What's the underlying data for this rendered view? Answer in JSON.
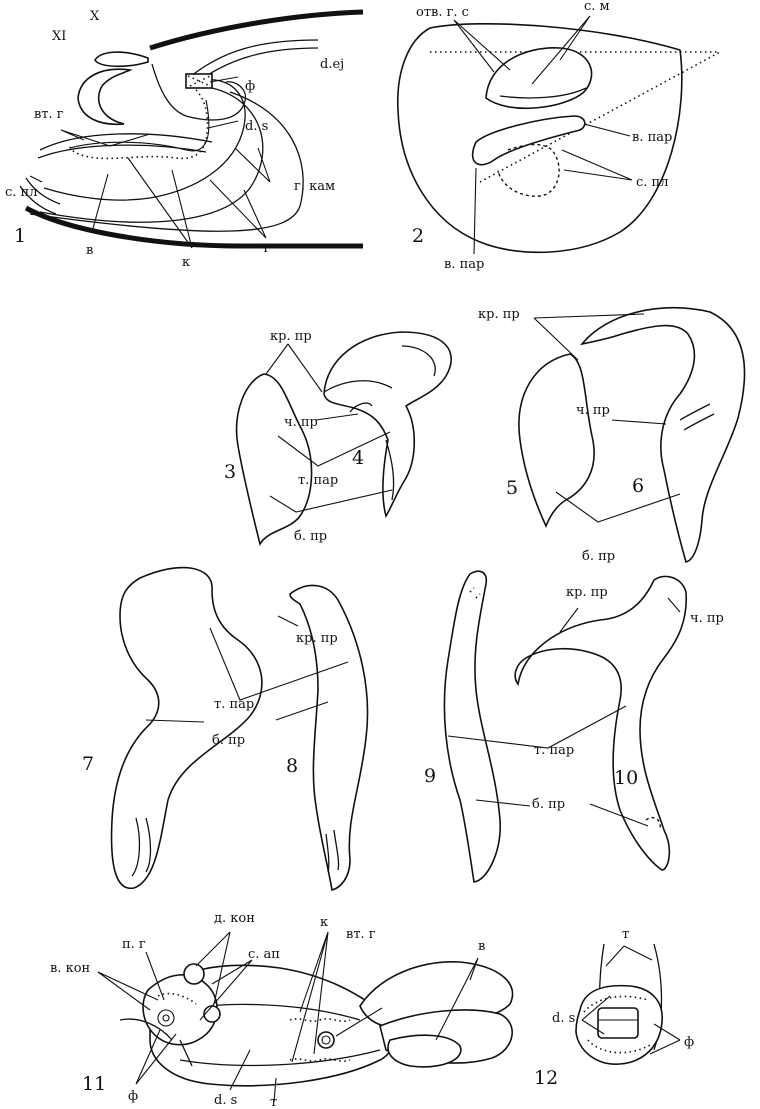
{
  "figures": {
    "fig1": {
      "number": "1",
      "labels": {
        "xi": "XI",
        "x": "X",
        "vt_g": "вт. г",
        "d_ej": "d.ej",
        "f": "ф",
        "d_s": "d. s",
        "s_pl": "с. пл",
        "g_kam": "г. кам",
        "v": "в",
        "k": "к",
        "t": "т"
      }
    },
    "fig2": {
      "number": "2",
      "labels": {
        "otv_g_s": "отв. г. с",
        "s_m": "с. м",
        "v_par_right": "в. пар",
        "s_pl": "с. пл",
        "v_par_bottom": "в. пар"
      }
    },
    "fig3_4": {
      "numbers": [
        "3",
        "4"
      ],
      "labels": {
        "kr_pr": "кр. пр",
        "ch_pr": "ч. пр",
        "t_par": "т. пар",
        "b_pr": "б. пр"
      }
    },
    "fig5_6": {
      "numbers": [
        "5",
        "6"
      ],
      "labels": {
        "kr_pr": "кр. пр",
        "ch_pr": "ч. пр",
        "b_pr": "б. пр"
      }
    },
    "fig7_8": {
      "numbers": [
        "7",
        "8"
      ],
      "labels": {
        "kr_pr": "кр. пр",
        "t_par": "т. пар",
        "b_pr": "б. пр"
      }
    },
    "fig9_10": {
      "numbers": [
        "9",
        "10"
      ],
      "labels": {
        "kr_pr": "кр. пр",
        "ch_pr": "ч. пр",
        "t_par": "т. пар",
        "b_pr": "б. пр"
      }
    },
    "fig11": {
      "number": "11",
      "labels": {
        "d_kon": "д. кон",
        "p_g": "п. г",
        "v_kon": "в. кон",
        "s_ap": "с. ап",
        "k": "к",
        "vt_g": "вт. г",
        "v": "в",
        "f": "ф",
        "d_s": "d. s",
        "t": "т"
      }
    },
    "fig12": {
      "number": "12",
      "labels": {
        "t": "т",
        "d_s": "d. s",
        "f": "ф"
      }
    }
  }
}
